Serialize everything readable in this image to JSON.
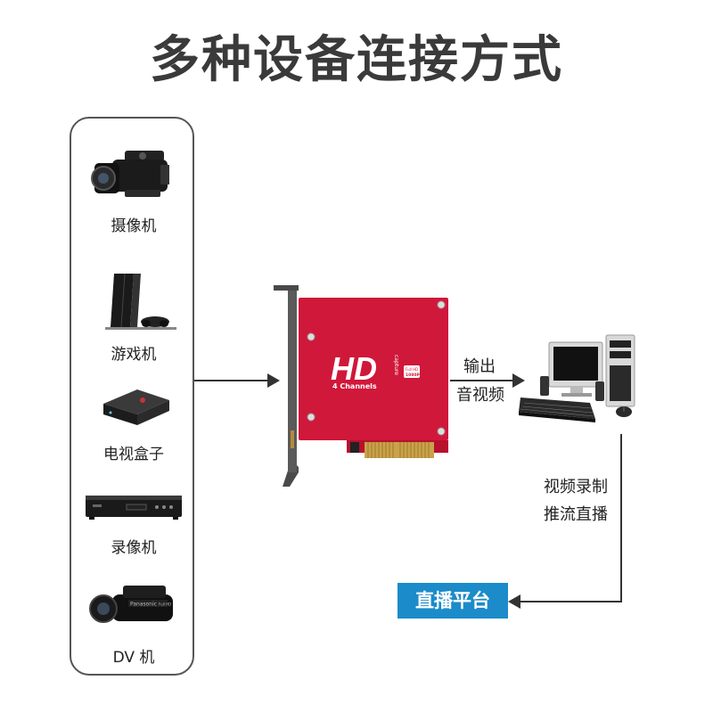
{
  "title": "多种设备连接方式",
  "devices": [
    {
      "label": "摄像机",
      "icon": "video-camera-icon"
    },
    {
      "label": "游戏机",
      "icon": "game-console-icon"
    },
    {
      "label": "电视盒子",
      "icon": "tv-box-icon"
    },
    {
      "label": "录像机",
      "icon": "video-recorder-icon"
    },
    {
      "label": "DV 机",
      "icon": "camcorder-icon"
    }
  ],
  "card": {
    "logo": "HD",
    "sub_logo": "capture",
    "channels": "4 Channels",
    "badge_top": "Full HD",
    "badge_bottom": "1080P",
    "camcorder_brand": "Panasonic",
    "camcorder_model": "Full HD",
    "color": "#d0183a"
  },
  "output_label_1": "输出",
  "output_label_2": "音视频",
  "flow_label_1": "视频录制",
  "flow_label_2": "推流直播",
  "platform_label": "直播平台",
  "colors": {
    "accent": "#1c8bc9",
    "card": "#d0183a",
    "title": "#3a3a3a"
  }
}
